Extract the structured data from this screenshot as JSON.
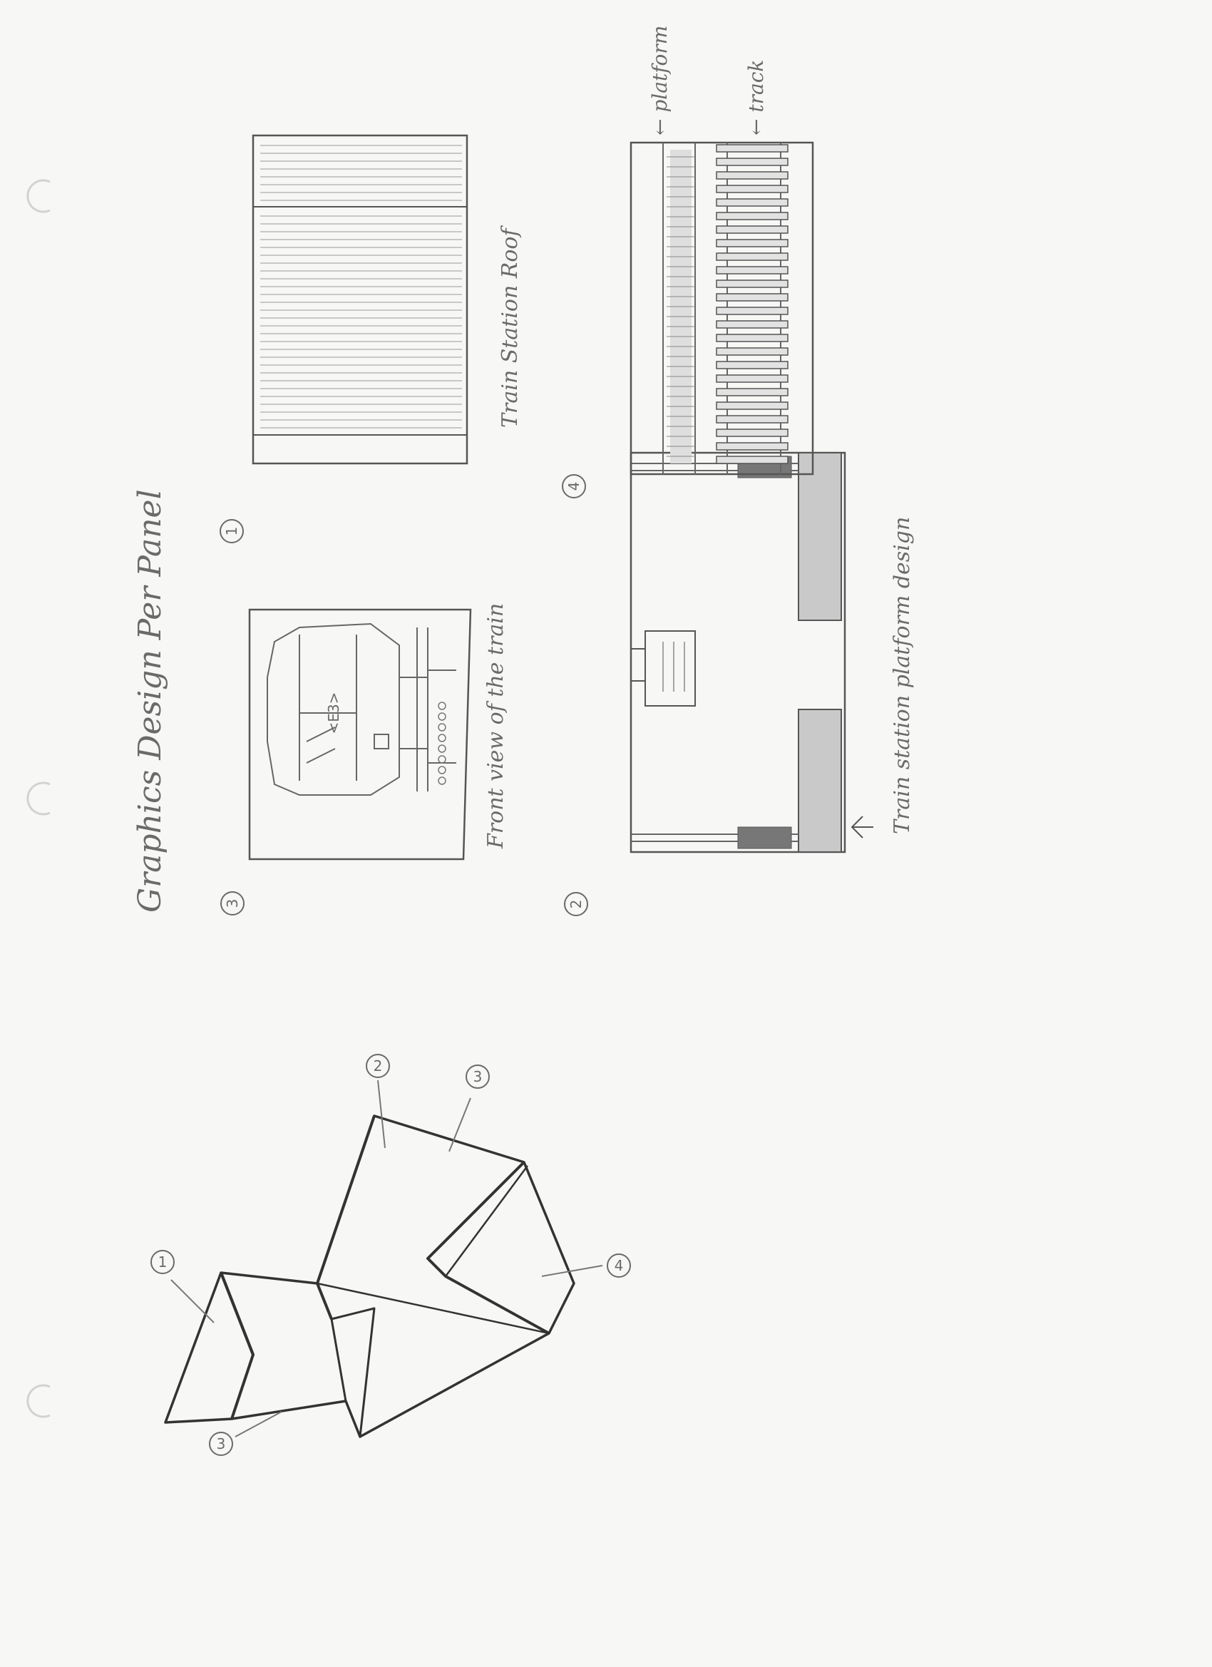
{
  "page": {
    "title": "Graphics Design Per Panel"
  },
  "panels": {
    "roof": {
      "number": "1",
      "caption": "Train Station Roof"
    },
    "platform_design": {
      "number": "2",
      "caption": "Train station platform design"
    },
    "train_front": {
      "number": "3",
      "caption": "Front view of the train"
    },
    "track_top": {
      "number": "4",
      "label_platform": "platform",
      "label_track": "track"
    },
    "train_sign_text": "<E3>"
  },
  "iso_sketch": {
    "callouts": [
      "1",
      "2",
      "3",
      "3",
      "4"
    ]
  }
}
